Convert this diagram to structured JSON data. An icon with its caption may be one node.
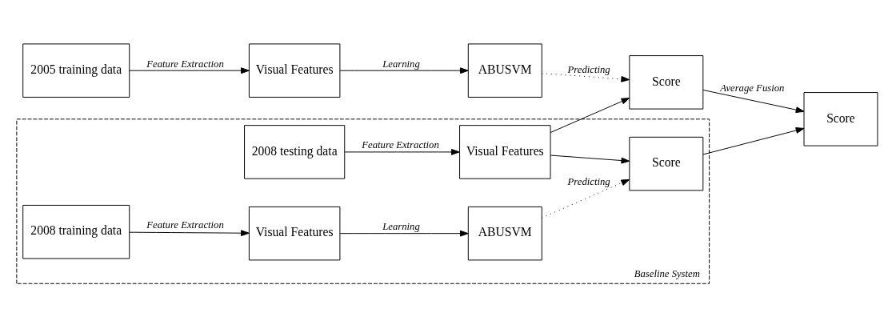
{
  "diagram": {
    "nodes": [
      {
        "text": [
          "2005 training data"
        ]
      },
      {
        "text": [
          "Visual Features"
        ]
      },
      {
        "text": [
          "ABUSVM"
        ]
      },
      {
        "text": [
          "Score"
        ]
      },
      {
        "text": [
          "Score"
        ]
      },
      {
        "text": [
          "Baseline System"
        ]
      },
      {
        "text": [
          "2008 training data"
        ],
        "in": 5
      },
      {
        "text": [
          "Visual Features"
        ],
        "in": 5
      },
      {
        "text": [
          "ABUSVM"
        ],
        "in": 5
      },
      {
        "text": [
          "Score"
        ],
        "in": 5
      },
      {
        "text": [
          "2008 testing data"
        ],
        "in": 5
      },
      {
        "text": [
          "Visual Features"
        ],
        "in": 5
      }
    ],
    "edges": [
      {
        "from": 0,
        "to": 1,
        "arrow": "to",
        "label": "Feature Extraction"
      },
      {
        "from": 1,
        "to": 2,
        "arrow": "to",
        "label": "Learning"
      },
      {
        "from": 2,
        "to": 3,
        "arrow": "to",
        "label": "Predicting",
        "style": "dashed"
      },
      {
        "from": 3,
        "to": 4,
        "arrow": "to",
        "label": "Average Fusion"
      },
      {
        "from": 9,
        "to": 4,
        "arrow": "to"
      },
      {
        "from": 6,
        "to": 7,
        "arrow": "to",
        "label": "Feature Extraction"
      },
      {
        "from": 7,
        "to": 8,
        "arrow": "to",
        "label": "Learning"
      },
      {
        "from": 8,
        "to": 9,
        "arrow": "to",
        "label": "Predicting",
        "style": "dashed"
      },
      {
        "from": 10,
        "to": 11,
        "arrow": "to",
        "label": "Feature Extraction"
      },
      {
        "from": 11,
        "to": 3,
        "arrow": "to"
      },
      {
        "from": 11,
        "to": 9,
        "arrow": "to"
      }
    ]
  }
}
